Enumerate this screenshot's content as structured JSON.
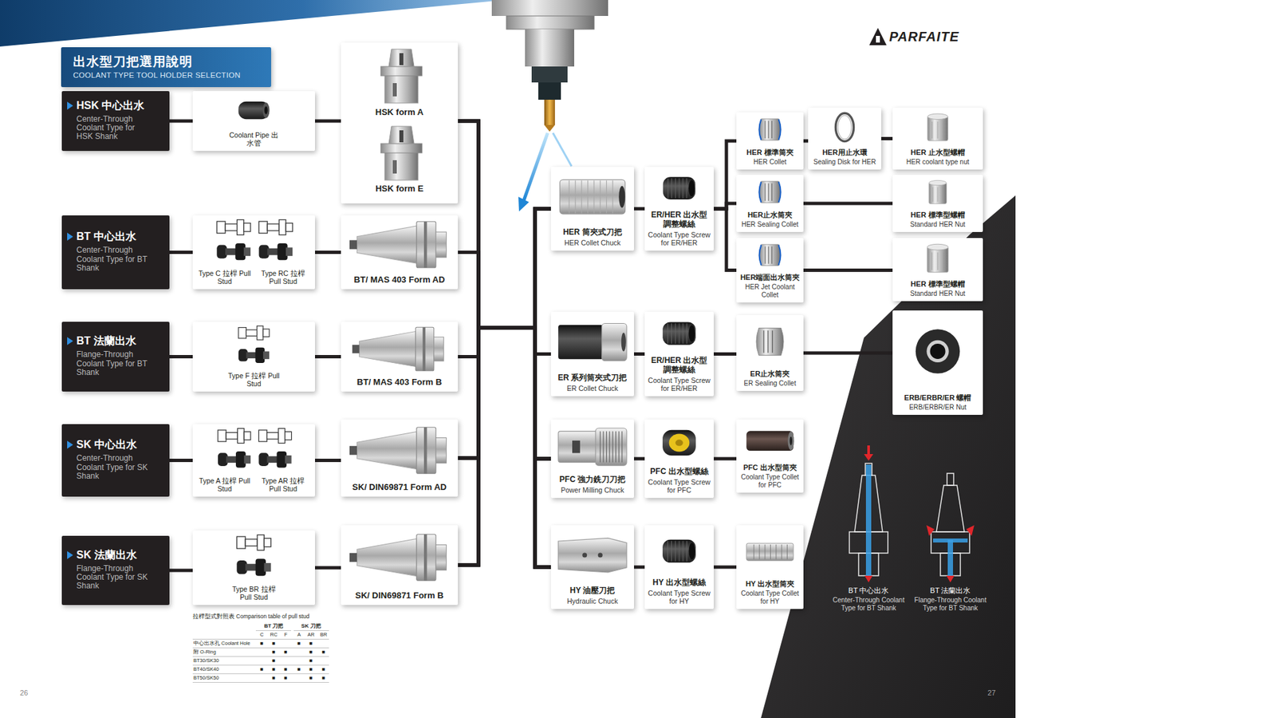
{
  "diagram": {
    "nodes": [
      {
        "text": [
          "出水型刀把選用說明",
          "COOLANT TYPE TOOL HOLDER SELECTION"
        ]
      },
      {
        "text": [
          "HSK 中心出水",
          "Center-Through Coolant Type for HSK Shank"
        ]
      },
      {
        "text": [
          "Coolant Pipe 出水管"
        ]
      },
      {
        "text": [
          "HSK form A",
          "HSK form E"
        ]
      },
      {
        "text": [
          "BT 中心出水",
          "Center-Through Coolant Type for BT Shank"
        ]
      },
      {
        "text": [
          "Type C 拉桿 Pull Stud",
          "Type RC 拉桿 Pull Stud"
        ]
      },
      {
        "text": [
          "BT/ MAS 403 Form AD"
        ]
      },
      {
        "text": [
          "BT 法蘭出水",
          "Flange-Through Coolant Type for BT Shank"
        ]
      },
      {
        "text": [
          "Type F 拉桿 Pull Stud"
        ]
      },
      {
        "text": [
          "BT/ MAS 403 Form B"
        ]
      },
      {
        "text": [
          "SK 中心出水",
          "Center-Through Coolant Type for SK Shank"
        ]
      },
      {
        "text": [
          "Type A 拉桿 Pull Stud",
          "Type AR 拉桿 Pull Stud"
        ]
      },
      {
        "text": [
          "SK/ DIN69871 Form AD"
        ]
      },
      {
        "text": [
          "SK 法蘭出水",
          "Flange-Through Coolant Type for SK Shank"
        ]
      },
      {
        "text": [
          "Type BR 拉桿 Pull Stud"
        ]
      },
      {
        "text": [
          "SK/ DIN69871 Form B"
        ]
      },
      {
        "text": [
          "HER 筒夾式刀把",
          "HER Collet Chuck"
        ]
      },
      {
        "text": [
          "ER/HER 出水型調整螺絲",
          "Coolant Type Screw for ER/HER"
        ]
      },
      {
        "text": [
          "HER 標準筒夾",
          "HER Collet"
        ]
      },
      {
        "text": [
          "HER用止水環",
          "Sealing Disk for HER"
        ]
      },
      {
        "text": [
          "HER 止水型螺帽",
          "HER coolant type nut"
        ]
      },
      {
        "text": [
          "HER止水筒夾",
          "HER Sealing Collet"
        ]
      },
      {
        "text": [
          "HER 標準型螺帽",
          "Standard HER Nut"
        ]
      },
      {
        "text": [
          "HER端面出水筒夾",
          "HER Jet Coolant Collet"
        ]
      },
      {
        "text": [
          "HER 標準型螺帽",
          "Standard HER Nut"
        ]
      },
      {
        "text": [
          "ER 系列筒夾式刀把",
          "ER Collet Chuck"
        ]
      },
      {
        "text": [
          "ER/HER 出水型調整螺絲",
          "Coolant Type Screw for ER/HER"
        ]
      },
      {
        "text": [
          "ER止水筒夾",
          "ER Sealing Collet"
        ]
      },
      {
        "text": [
          "ERB/ERBR/ER 螺帽",
          "ERB/ERBR/ER Nut"
        ]
      },
      {
        "text": [
          "PFC 強力銑刀刀把",
          "Power Milling Chuck"
        ]
      },
      {
        "text": [
          "PFC 出水型螺絲",
          "Coolant Type Screw for PFC"
        ]
      },
      {
        "text": [
          "PFC 出水型筒夾",
          "Coolant Type Collet for PFC"
        ]
      },
      {
        "text": [
          "HY 油壓刀把",
          "Hydraulic Chuck"
        ]
      },
      {
        "text": [
          "HY 出水型螺絲",
          "Coolant Type Screw for HY"
        ]
      },
      {
        "text": [
          "HY 出水型筒夾",
          "Coolant Type Collet for HY"
        ]
      }
    ],
    "edges": [
      {
        "from": 1,
        "to": 2,
        "arrow": "none"
      },
      {
        "from": 2,
        "to": 3,
        "arrow": "none"
      },
      {
        "from": 4,
        "to": 5,
        "arrow": "none"
      },
      {
        "from": 5,
        "to": 6,
        "arrow": "none"
      },
      {
        "from": 7,
        "to": 8,
        "arrow": "none"
      },
      {
        "from": 8,
        "to": 9,
        "arrow": "none"
      },
      {
        "from": 10,
        "to": 11,
        "arrow": "none"
      },
      {
        "from": 11,
        "to": 12,
        "arrow": "none"
      },
      {
        "from": 13,
        "to": 14,
        "arrow": "none"
      },
      {
        "from": 14,
        "to": 15,
        "arrow": "none"
      },
      {
        "from": 3,
        "to": 16,
        "arrow": "none"
      },
      {
        "from": 3,
        "to": 25,
        "arrow": "none"
      },
      {
        "from": 3,
        "to": 29,
        "arrow": "none"
      },
      {
        "from": 3,
        "to": 32,
        "arrow": "none"
      },
      {
        "from": 6,
        "to": 16,
        "arrow": "none"
      },
      {
        "from": 6,
        "to": 25,
        "arrow": "none"
      },
      {
        "from": 6,
        "to": 29,
        "arrow": "none"
      },
      {
        "from": 6,
        "to": 32,
        "arrow": "none"
      },
      {
        "from": 9,
        "to": 16,
        "arrow": "none"
      },
      {
        "from": 9,
        "to": 25,
        "arrow": "none"
      },
      {
        "from": 9,
        "to": 29,
        "arrow": "none"
      },
      {
        "from": 9,
        "to": 32,
        "arrow": "none"
      },
      {
        "from": 12,
        "to": 16,
        "arrow": "none"
      },
      {
        "from": 12,
        "to": 25,
        "arrow": "none"
      },
      {
        "from": 12,
        "to": 29,
        "arrow": "none"
      },
      {
        "from": 12,
        "to": 32,
        "arrow": "none"
      },
      {
        "from": 15,
        "to": 16,
        "arrow": "none"
      },
      {
        "from": 15,
        "to": 25,
        "arrow": "none"
      },
      {
        "from": 15,
        "to": 29,
        "arrow": "none"
      },
      {
        "from": 15,
        "to": 32,
        "arrow": "none"
      },
      {
        "from": 16,
        "to": 17,
        "arrow": "none"
      },
      {
        "from": 17,
        "to": 18,
        "arrow": "none"
      },
      {
        "from": 17,
        "to": 21,
        "arrow": "none"
      },
      {
        "from": 17,
        "to": 23,
        "arrow": "none"
      },
      {
        "from": 18,
        "to": 19,
        "arrow": "none"
      },
      {
        "from": 19,
        "to": 20,
        "arrow": "none"
      },
      {
        "from": 21,
        "to": 22,
        "arrow": "none"
      },
      {
        "from": 23,
        "to": 24,
        "arrow": "none"
      },
      {
        "from": 25,
        "to": 26,
        "arrow": "none"
      },
      {
        "from": 26,
        "to": 27,
        "arrow": "none"
      },
      {
        "from": 27,
        "to": 28,
        "arrow": "none"
      },
      {
        "from": 29,
        "to": 30,
        "arrow": "none"
      },
      {
        "from": 30,
        "to": 31,
        "arrow": "none"
      },
      {
        "from": 32,
        "to": 33,
        "arrow": "none"
      },
      {
        "from": 33,
        "to": 34,
        "arrow": "none"
      }
    ],
    "labels": [
      "PARFAITE",
      "BT 中心出水",
      "Center-Through Coolant Type for BT Shank",
      "BT 法蘭出水",
      "Flange-Through Coolant Type for BT Shank",
      "拉桿型式對照表 Comparison table of pull stud",
      "BT 刀把",
      "SK 刀把",
      "C",
      "RC",
      "F",
      "A",
      "AR",
      "BR",
      "中心出水孔 Coolant Hole",
      "附 O-Ring",
      "BT30/SK30",
      "BT40/SK40",
      "BT50/SK50",
      "■",
      "■",
      "■",
      "■",
      "■",
      "■",
      "■",
      "■",
      "■",
      "■",
      "■",
      "■",
      "■",
      "■",
      "■",
      "■",
      "■",
      "■",
      "■",
      "■",
      "26",
      "27"
    ]
  }
}
